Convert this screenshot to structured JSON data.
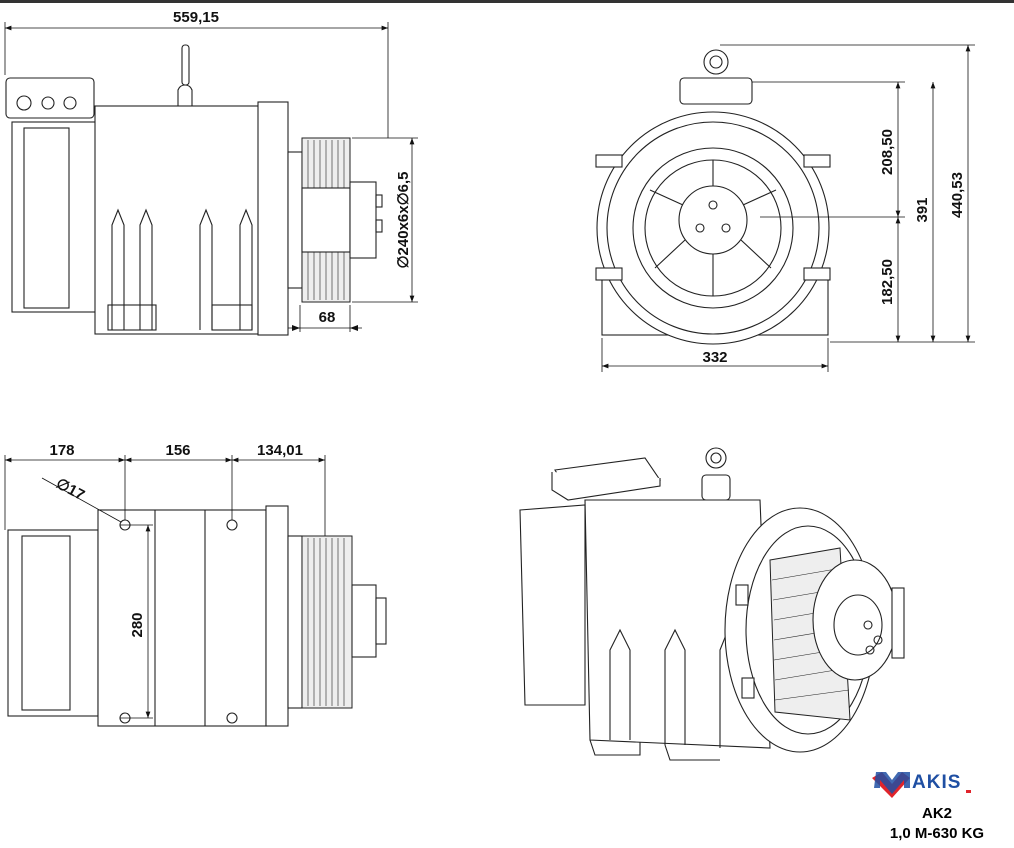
{
  "drawing": {
    "side_view": {
      "overall_length": "559,15",
      "pulley_spec": "∅240x6x∅6,5",
      "pulley_width": "68"
    },
    "front_view": {
      "width": "332",
      "upper_height": "208,50",
      "lower_height": "182,50",
      "axis_height": "391",
      "total_height": "440,53"
    },
    "bottom_view": {
      "dim_a": "178",
      "dim_b": "156",
      "dim_c": "134,01",
      "hole_dia": "∅17",
      "hole_spacing": "280"
    },
    "title_block": {
      "brand": "AKIS",
      "model": "AK2",
      "spec": "1,0 M-630 KG"
    },
    "colors": {
      "brand_blue": "#1f4fa3",
      "brand_red": "#e0242b"
    }
  }
}
